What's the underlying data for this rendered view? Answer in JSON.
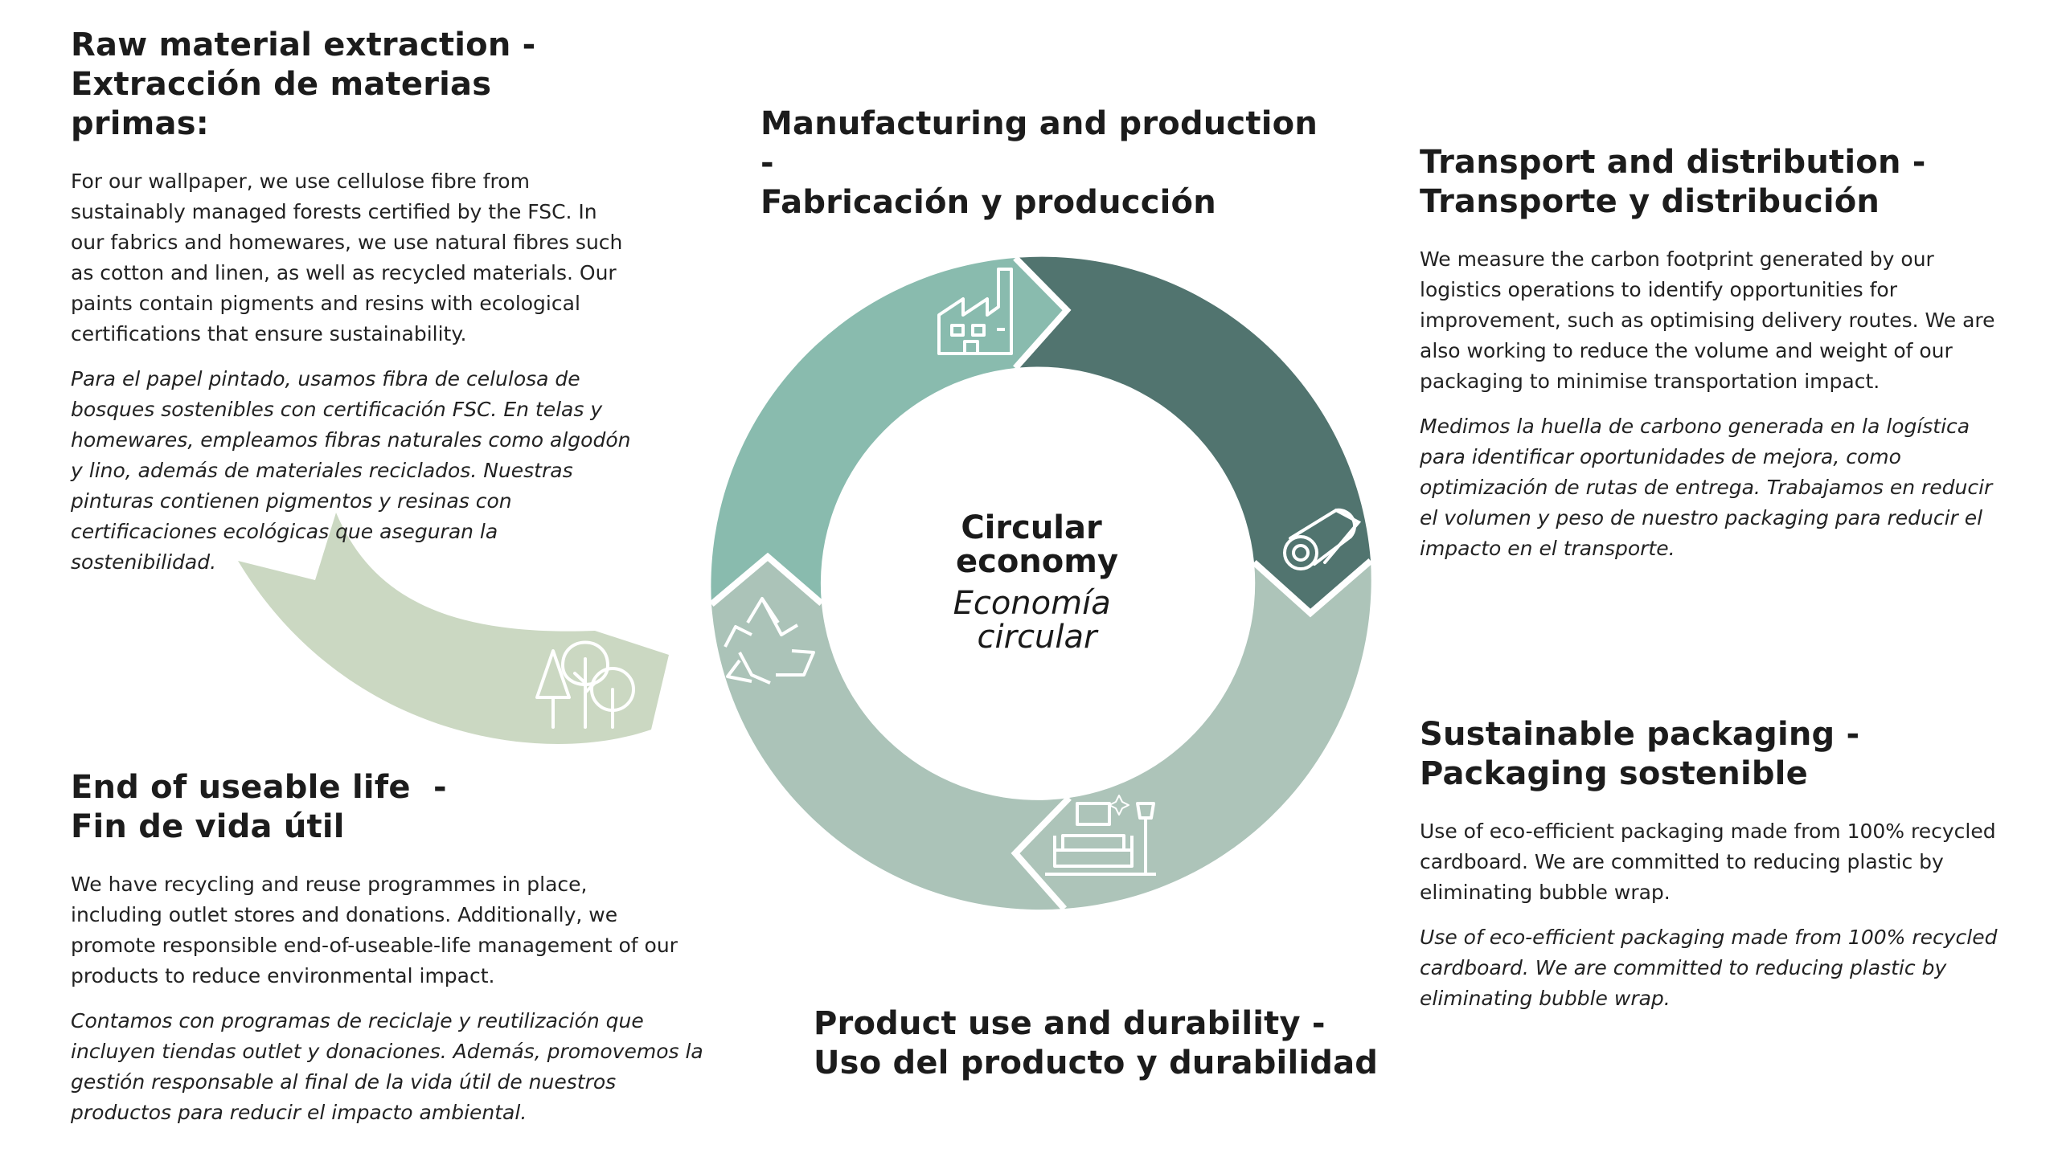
{
  "center": {
    "title_line1": "Circular",
    "title_line2": "economy",
    "subtitle_line1": "Economía",
    "subtitle_line2": "circular"
  },
  "stages": {
    "raw": {
      "title_en": "Raw material extraction -",
      "title_es": "Extracción de materias primas:",
      "body_en": "For our wallpaper, we use cellulose fibre from sustainably managed forests certified by the FSC. In our fabrics and homewares, we use natural fibres such as cotton and linen, as well as recycled materials. Our paints contain pigments and resins with ecological certifications that ensure sustainability.",
      "body_es": "Para el papel pintado, usamos fibra de celulosa de bosques sostenibles con certificación FSC. En telas y homewares, empleamos fibras naturales como algodón y lino, además de materiales reciclados. Nuestras pinturas contienen pigmentos y resinas con certificaciones ecológicas que aseguran la sostenibilidad."
    },
    "manufacturing": {
      "title_en": "Manufacturing and production -",
      "title_es": "Fabricación y producción"
    },
    "transport": {
      "title_en": "Transport and distribution -",
      "title_es": "Transporte y distribución",
      "body_en": "We measure the carbon footprint generated by our logistics operations to identify opportunities for improvement, such as optimising delivery routes. We are also working to reduce the volume and weight of our packaging to minimise transportation impact.",
      "body_es": "Medimos la huella de carbono generada en la logística para identificar oportunidades de mejora, como optimización de rutas de entrega. Trabajamos en reducir el volumen y peso de nuestro packaging para reducir el impacto en el transporte."
    },
    "packaging": {
      "title_en": "Sustainable packaging -",
      "title_es": "Packaging sostenible",
      "body_en": "Use of eco-efficient packaging made from 100% recycled cardboard. We are committed to reducing plastic by eliminating bubble wrap.",
      "body_es": "Use of eco-efficient packaging made from 100% recycled cardboard. We are committed to reducing plastic by eliminating bubble wrap."
    },
    "product": {
      "title_en": "Product use and durability -",
      "title_es": "Uso del producto y durabilidad"
    },
    "end": {
      "title_en": "End of useable life  -",
      "title_es": "Fin de vida útil",
      "body_en": "We have recycling and reuse programmes in place, including outlet stores and donations. Additionally, we promote responsible end-of-useable-life management of our products to reduce environmental impact.",
      "body_es": "Contamos con programas de reciclaje y reutilización que incluyen tiendas outlet y donaciones. Además, promovemos la gestión responsable al final de la vida útil de nuestros productos para reducir el impacto ambiental."
    }
  },
  "segment_colors": {
    "manufacturing": "#89bbae",
    "transport": "#51746f",
    "packaging": "#adc4b9",
    "product": "#abc3b8",
    "end": "#abc3b8",
    "raw": "#cbd8c2"
  },
  "icons": {
    "manufacturing": "factory-icon",
    "transport": "paper-roll-icon",
    "packaging": "sofa-icon",
    "end": "recycle-icon",
    "raw": "trees-icon"
  }
}
